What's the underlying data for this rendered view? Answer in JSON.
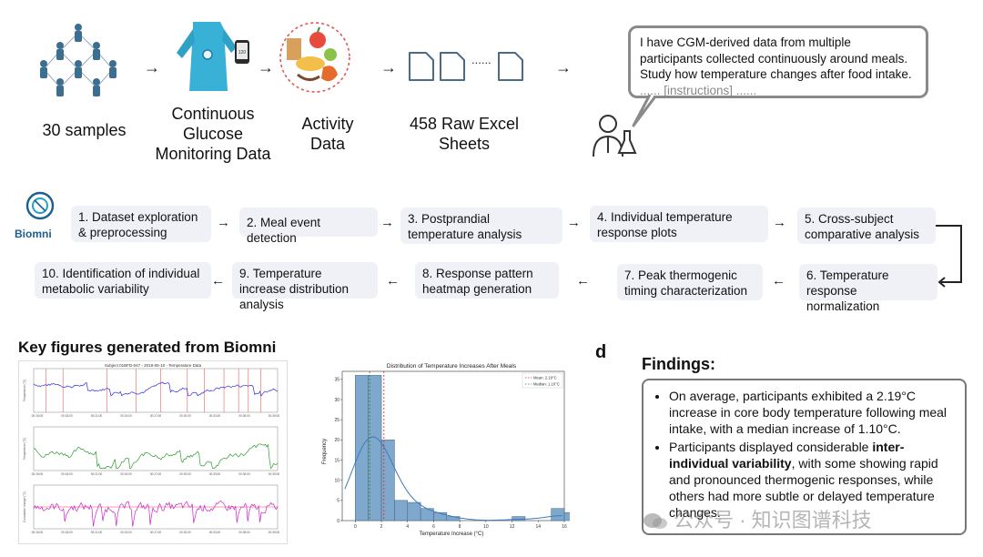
{
  "top_row": {
    "samples_label": "30 samples",
    "cgm_label": "Continuous Glucose Monitoring Data",
    "activity_label": "Activity Data",
    "sheets_label": "458 Raw Excel Sheets",
    "sheets_dots": "......",
    "speech_text": "I have CGM-derived data from multiple participants collected continuously around meals. Study how temperature changes after food intake.",
    "speech_instructions": "...... [instructions] ......"
  },
  "logo": {
    "name": "Biomni"
  },
  "steps": [
    {
      "label": "1. Dataset exploration & preprocessing"
    },
    {
      "label": "2. Meal event detection"
    },
    {
      "label": "3. Postprandial temperature analysis"
    },
    {
      "label": "4. Individual temperature response plots"
    },
    {
      "label": "5. Cross-subject comparative analysis"
    },
    {
      "label": "6. Temperature response normalization"
    },
    {
      "label": "7. Peak thermogenic timing characterization"
    },
    {
      "label": "8. Response pattern heatmap generation"
    },
    {
      "label": "9. Temperature increase distribution analysis"
    },
    {
      "label": "10. Identification of individual metabolic variability"
    }
  ],
  "figures_heading": "Key figures generated from Biomni",
  "panel_letter": "d",
  "timeseries": {
    "title": "Subject 01BFD-047 - 2019-05-10 - Temperature Data",
    "ylabels": [
      "Temperature (°C)",
      "Temperature (°C)",
      "Cumulative change (°C)"
    ],
    "xticks": [
      "00:15:00",
      "00:18:00",
      "00:21:00",
      "00:24:00",
      "00:27:00",
      "00:30:00",
      "00:33:00",
      "00:36:00",
      "00:39:00"
    ],
    "colors": [
      "#2b2bdd",
      "#2e9a2e",
      "#cc22cc"
    ]
  },
  "histogram": {
    "title": "Distribution of Temperature Increases After Meals",
    "xlabel": "Temperature Increase (°C)",
    "ylabel": "Frequency",
    "legend": [
      "Mean: 2.19°C",
      "Median: 1.10°C"
    ]
  },
  "chart_data": {
    "type": "bar",
    "title": "Distribution of Temperature Increases After Meals",
    "xlabel": "Temperature Increase (°C)",
    "ylabel": "Frequency",
    "bin_edges": [
      0,
      1,
      2,
      3,
      4,
      5,
      6,
      7,
      8,
      9,
      10,
      11,
      12,
      13,
      14,
      15,
      16
    ],
    "values": [
      36,
      36,
      20,
      5,
      4.5,
      3,
      2,
      1,
      0,
      0,
      0,
      0,
      1,
      0,
      0,
      3,
      2
    ],
    "mean": 2.19,
    "median": 1.1,
    "xlim": [
      -1,
      16
    ],
    "ylim": [
      0,
      37
    ],
    "xticks": [
      0,
      2,
      4,
      6,
      8,
      10,
      12,
      14,
      16
    ],
    "yticks": [
      0,
      5,
      10,
      15,
      20,
      25,
      30,
      35
    ]
  },
  "findings": {
    "heading": "Findings:",
    "bullet1": "On average, participants exhibited a 2.19°C increase in core body temperature following meal intake, with a median increase of 1.10°C.",
    "bullet2_pre": "Participants displayed considerable ",
    "bullet2_bold": "inter-individual variability",
    "bullet2_post": ", with some showing rapid and pronounced thermogenic responses, while others had more subtle or delayed temperature changes."
  },
  "watermark": "公众号 · 知识图谱科技",
  "colors": {
    "step_bg": "#eff1f6",
    "mean_line": "#e03030",
    "median_line": "#2e8a2e",
    "bar": "#7fa8cc",
    "kde": "#3a7bbf"
  }
}
